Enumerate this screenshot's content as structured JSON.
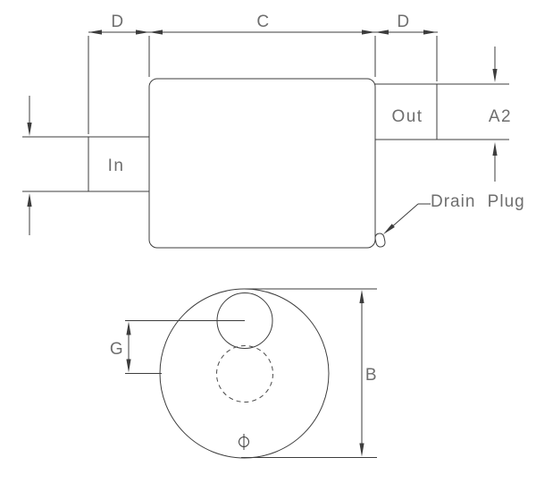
{
  "colors": {
    "line": "#3d3d3d",
    "text": "#6e6e6e",
    "background": "#ffffff"
  },
  "side_view": {
    "dim_d_left_label": "D",
    "dim_c_label": "C",
    "dim_d_right_label": "D",
    "inlet_label": "In",
    "outlet_label": "Out",
    "dim_a2_label": "A2",
    "drain_plug_label": "Drain Plug"
  },
  "end_view": {
    "dim_g_label": "G",
    "dim_b_label": "B"
  }
}
